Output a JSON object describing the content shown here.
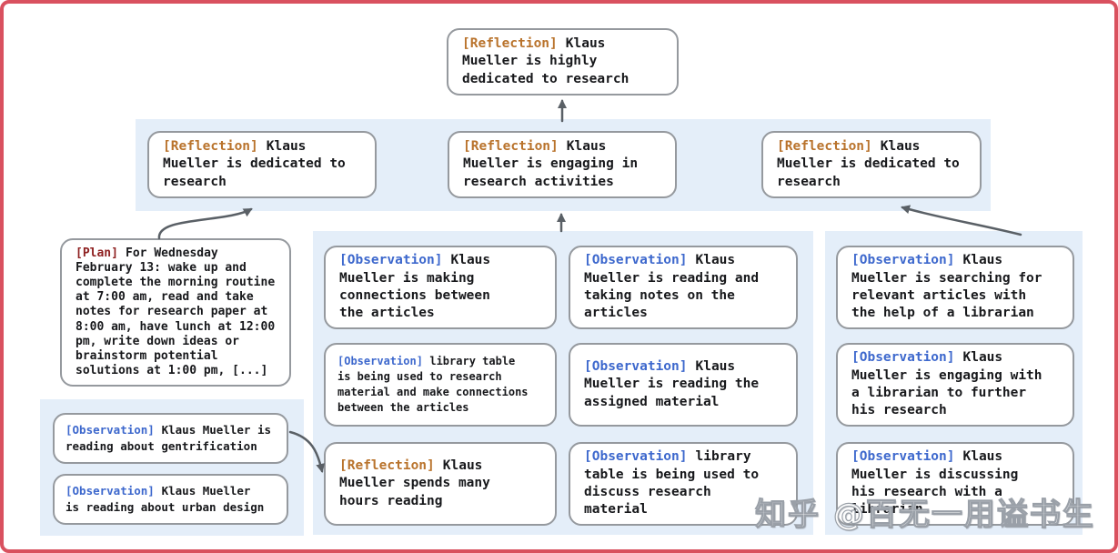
{
  "colors": {
    "reflection_tag": "#b9732c",
    "observation_tag": "#3d68cd",
    "plan_tag": "#8e2020",
    "band_bg": "#e4eef9",
    "box_border": "#95999e",
    "arrow": "#5a6066",
    "frame": "#d9515f"
  },
  "nodes": {
    "top_reflection": {
      "tag": "[Reflection]",
      "text": "Klaus\nMueller is highly\ndedicated to research"
    },
    "reflection_left": {
      "tag": "[Reflection]",
      "text": "Klaus\nMueller is dedicated to\nresearch"
    },
    "reflection_mid": {
      "tag": "[Reflection]",
      "text": "Klaus\nMueller is engaging in\nresearch activities"
    },
    "reflection_right": {
      "tag": "[Reflection]",
      "text": "Klaus\nMueller is dedicated to\nresearch"
    },
    "plan": {
      "tag": "[Plan]",
      "text": "For Wednesday\nFebruary 13: wake up and\ncomplete the morning routine\nat 7:00 am, read and take\nnotes for research paper at\n8:00 am, have lunch at 12:00\npm, write down ideas or\nbrainstorm potential\nsolutions at 1:00 pm, [...]"
    },
    "obs_gentrification": {
      "tag": "[Observation]",
      "text": "Klaus Mueller is\nreading about gentrification"
    },
    "obs_urban_design": {
      "tag": "[Observation]",
      "text": "Klaus Mueller\nis reading about urban design"
    },
    "obs_connections": {
      "tag": "[Observation]",
      "text": "Klaus\nMueller is making\nconnections between\nthe articles"
    },
    "obs_library_research": {
      "tag": "[Observation]",
      "text": "library table\nis being used to research\nmaterial and make connections\nbetween the articles"
    },
    "reflection_hours": {
      "tag": "[Reflection]",
      "text": "Klaus\nMueller spends many\nhours reading"
    },
    "obs_reading_notes": {
      "tag": "[Observation]",
      "text": "Klaus\nMueller is reading and\ntaking notes on the\narticles"
    },
    "obs_assigned_material": {
      "tag": "[Observation]",
      "text": "Klaus\nMueller is reading the\nassigned material"
    },
    "obs_library_discuss": {
      "tag": "[Observation]",
      "text": "library\ntable is being used to\ndiscuss research material"
    },
    "obs_searching_articles": {
      "tag": "[Observation]",
      "text": "Klaus\nMueller is searching for\nrelevant articles with\nthe help of a librarian"
    },
    "obs_engaging_librarian": {
      "tag": "[Observation]",
      "text": "Klaus\nMueller is engaging with\na librarian to further\nhis research"
    },
    "obs_discussing_research": {
      "tag": "[Observation]",
      "text": "Klaus\nMueller is discussing\nhis research with a\nlibrarian"
    }
  },
  "watermark": {
    "text": "知乎 @百无一用谥书生"
  }
}
